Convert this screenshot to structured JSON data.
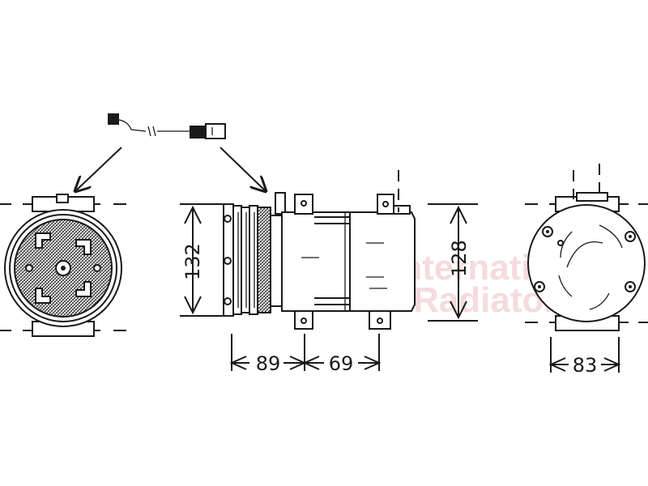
{
  "dimensions": {
    "height_left": "132",
    "height_right": "128",
    "width_front": "89",
    "width_body": "69",
    "width_back": "83"
  },
  "watermark": {
    "line1": "International",
    "line2": "Radiators",
    "color": "#f2cfd2"
  },
  "colors": {
    "line": "#1a1a1a",
    "background": "#ffffff"
  }
}
